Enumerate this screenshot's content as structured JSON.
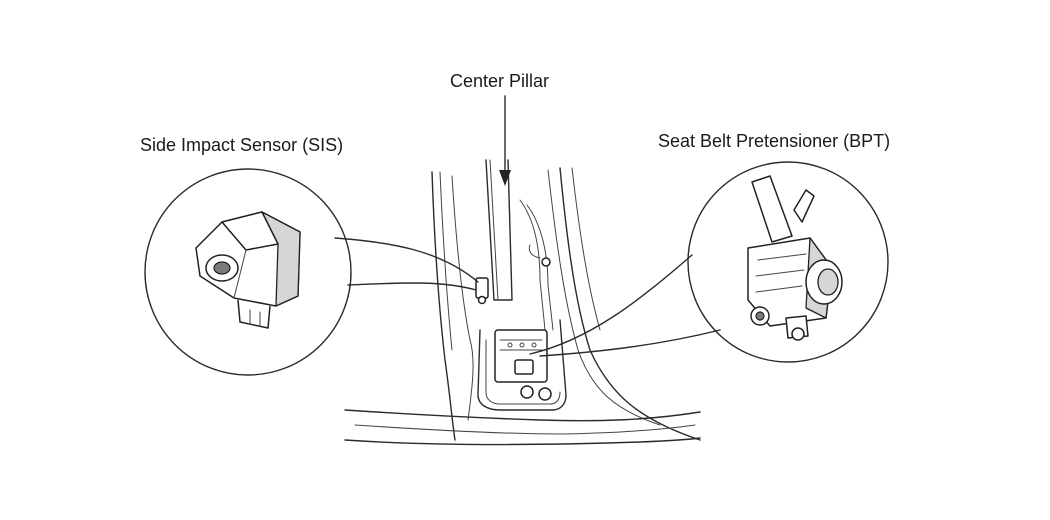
{
  "labels": {
    "center_pillar": "Center Pillar",
    "side_impact_sensor": "Side Impact Sensor (SIS)",
    "seat_belt_pretensioner": "Seat Belt Pretensioner (BPT)"
  },
  "colors": {
    "line": "#2b2b2b",
    "background": "#ffffff"
  }
}
